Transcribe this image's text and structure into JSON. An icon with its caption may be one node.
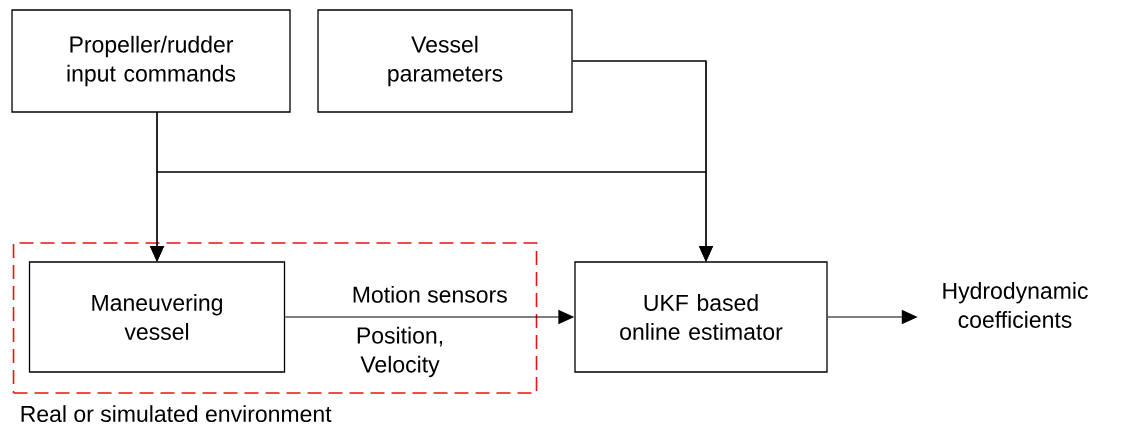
{
  "diagram": {
    "nodes": [
      {
        "text": [
          "Propeller/rudder input commands"
        ]
      },
      {
        "text": [
          "Vessel parameters"
        ]
      },
      {
        "text": [
          "Real or simulated environment"
        ]
      },
      {
        "text": [
          "Maneuvering vessel"
        ],
        "in": 2
      },
      {
        "text": [
          "UKF based online estimator"
        ]
      },
      {
        "text": [
          "Hydrodynamic coefficients"
        ]
      }
    ],
    "edges": [
      {
        "from": 0,
        "to": 3,
        "arrow": "to"
      },
      {
        "from": 0,
        "to": 4,
        "arrow": "to"
      },
      {
        "from": 1,
        "to": 4,
        "arrow": "to"
      },
      {
        "from": 1,
        "to": 3,
        "arrow": "to"
      },
      {
        "from": 3,
        "to": 4,
        "arrow": "to",
        "label": "Motion sensors"
      },
      {
        "from": 4,
        "to": 5,
        "arrow": "to"
      }
    ],
    "labels": [
      "Position, Velocity"
    ]
  }
}
